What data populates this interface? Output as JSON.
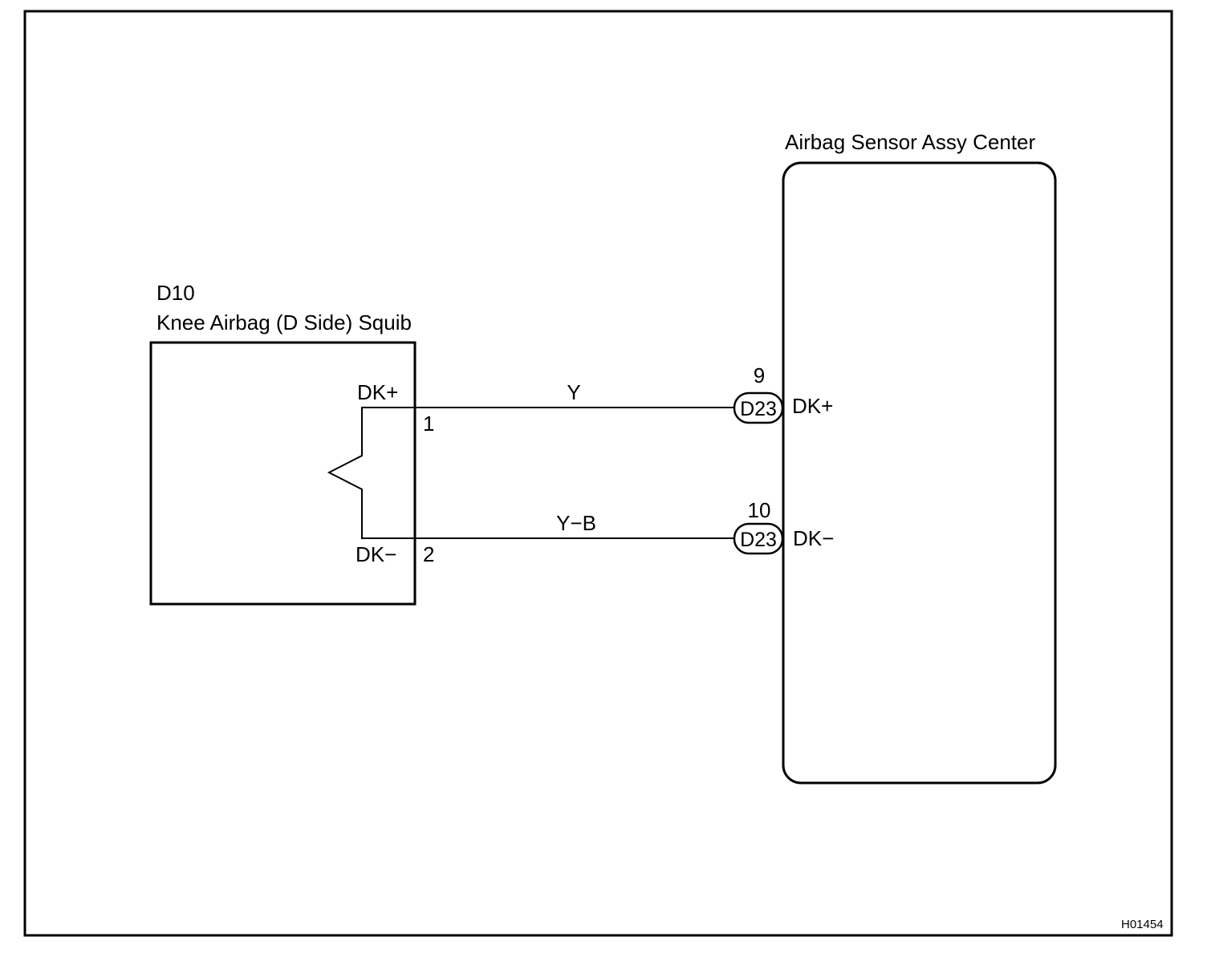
{
  "squib": {
    "code": "D10",
    "name": "Knee Airbag (D Side) Squib",
    "terminals": [
      {
        "label": "DK+",
        "pin": "1"
      },
      {
        "label": "DK−",
        "pin": "2"
      }
    ]
  },
  "sensor": {
    "name": "Airbag Sensor Assy Center",
    "terminals": [
      {
        "pin": "9",
        "connector": "D23",
        "label": "DK+"
      },
      {
        "pin": "10",
        "connector": "D23",
        "label": "DK−"
      }
    ]
  },
  "wires": [
    {
      "color": "Y"
    },
    {
      "color": "Y−B"
    }
  ],
  "figure_code": "H01454"
}
